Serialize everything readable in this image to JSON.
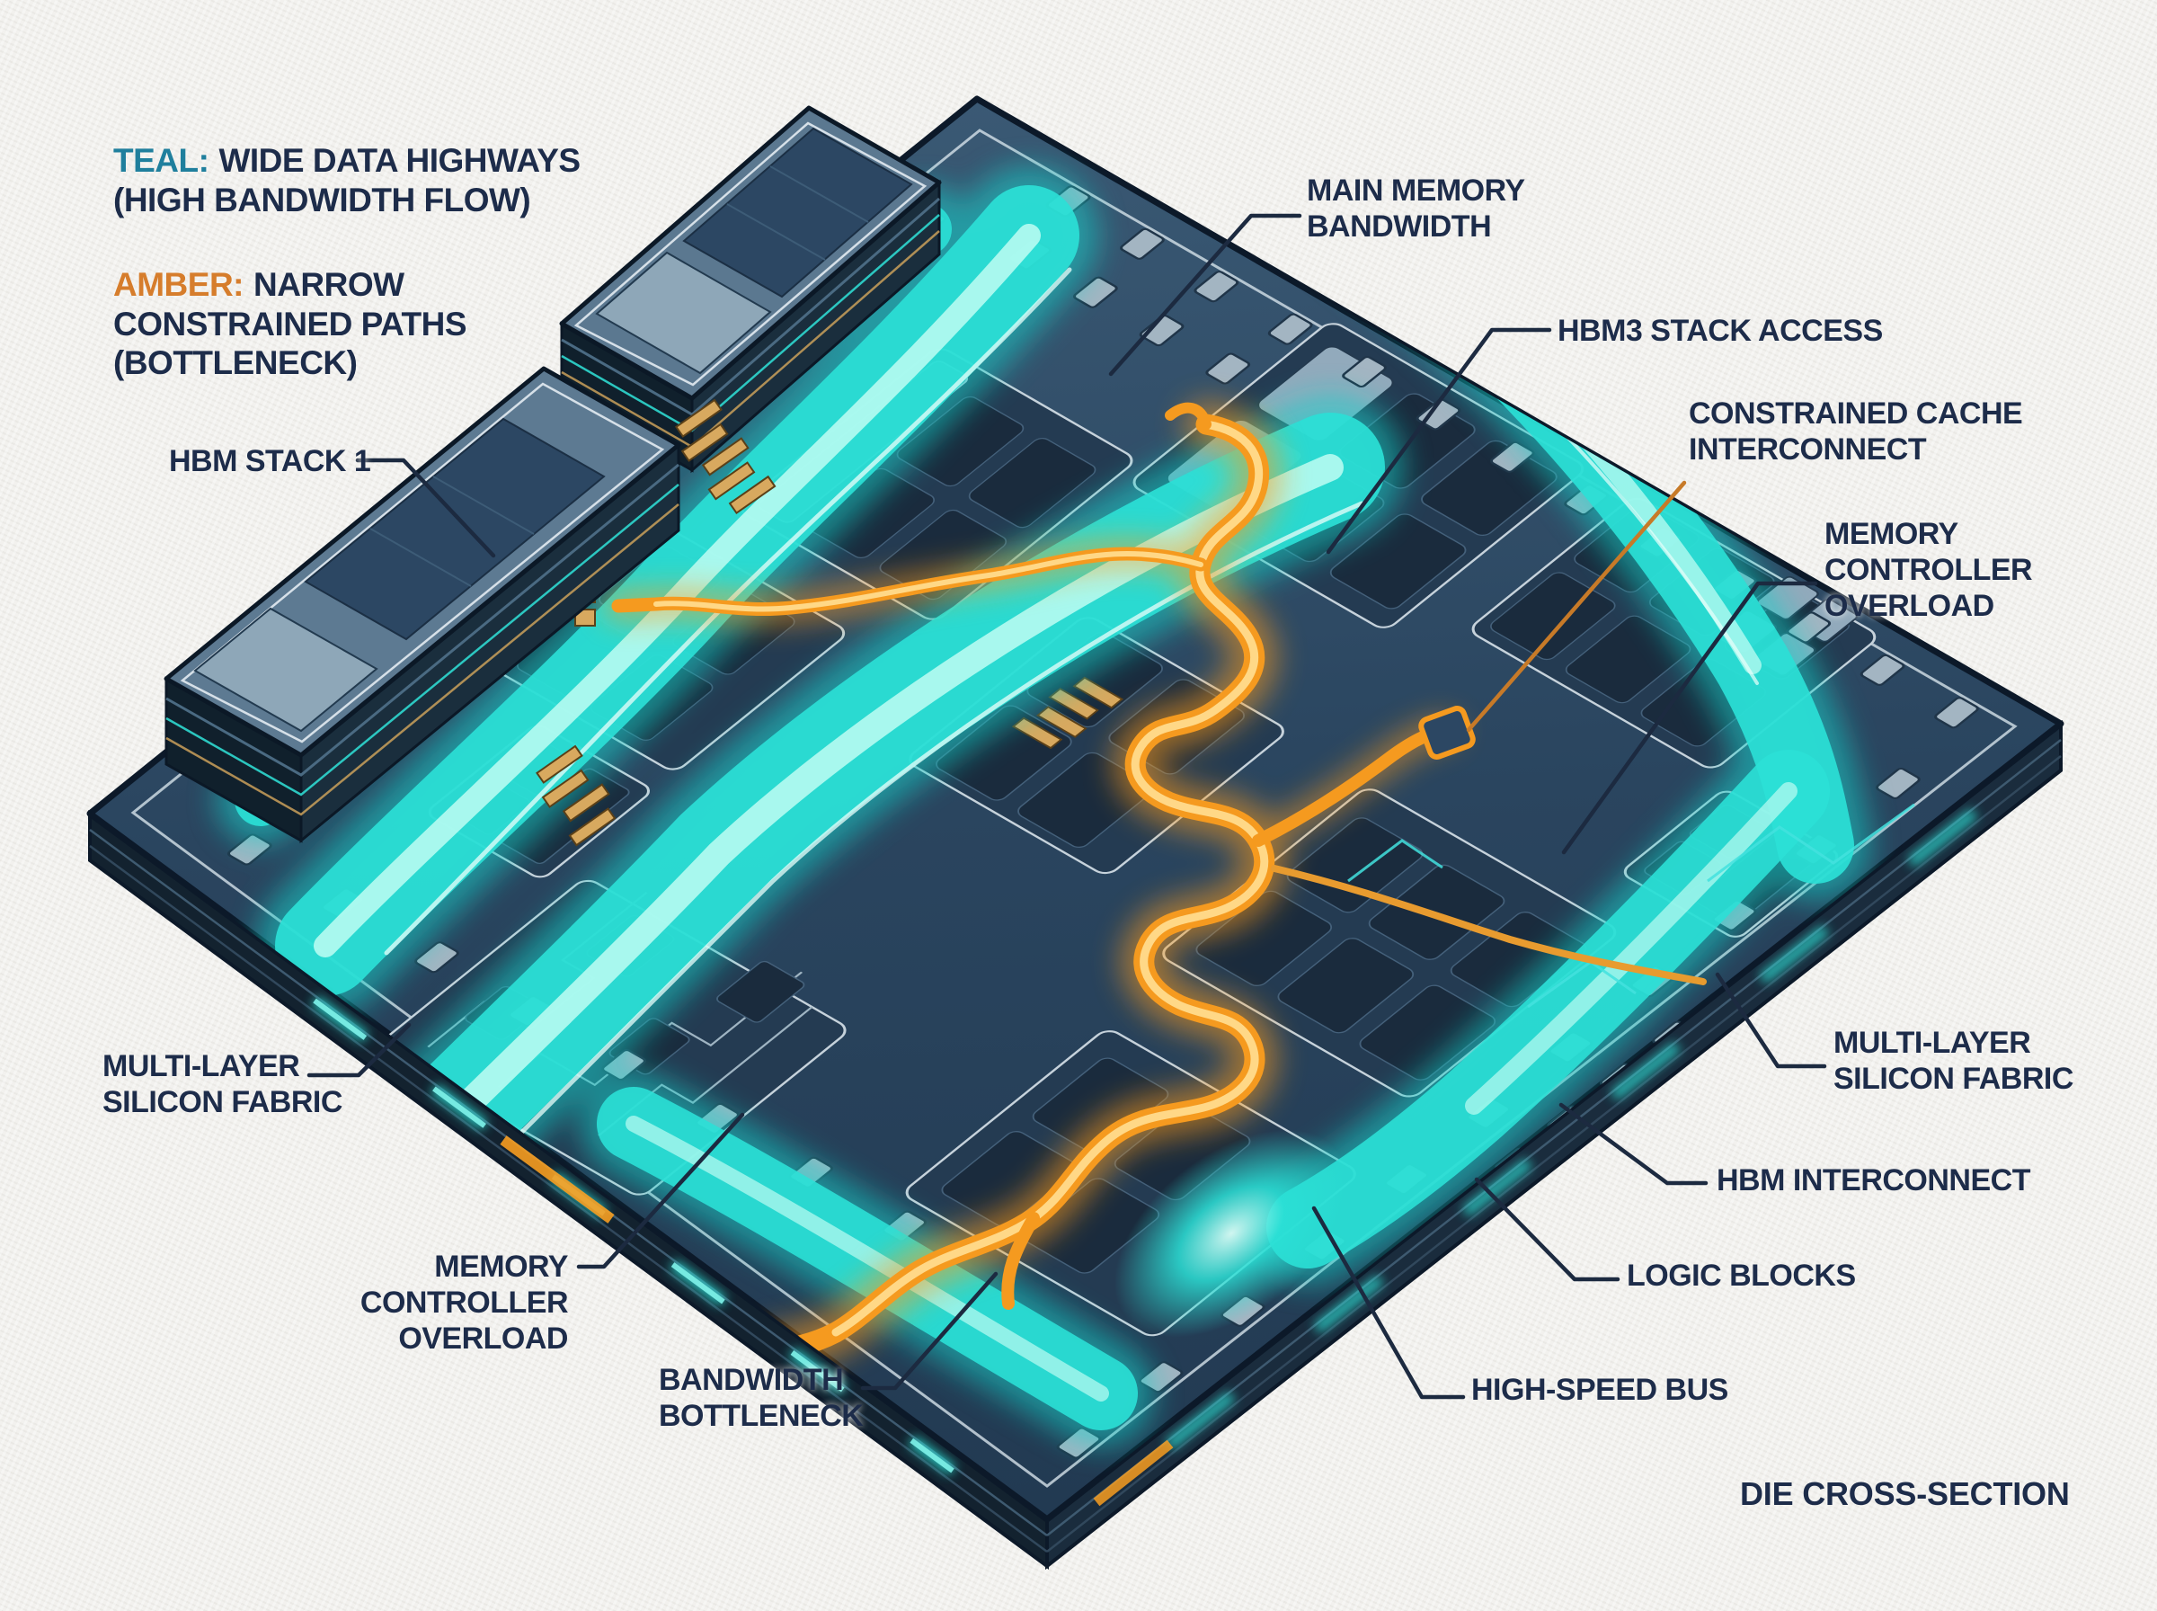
{
  "title": "DIE CROSS-SECTION",
  "colors": {
    "background": "#f2f1ee",
    "text_navy": "#1d2c4a",
    "teal_key": "#1f7f9d",
    "amber_key": "#d67d2c",
    "teal_highway": "#2be0d6",
    "amber_path": "#f59a1f",
    "die_surface": "#2a455f",
    "leader_line": "#1c2a40"
  },
  "legend": {
    "teal": {
      "key": "TEAL:",
      "rest": "WIDE DATA HIGHWAYS (HIGH BANDWIDTH FLOW)"
    },
    "amber": {
      "key": "AMBER:",
      "rest": "NARROW CONSTRAINED PATHS (BOTTLENECK)"
    }
  },
  "labels": {
    "hbm_stack_1": "HBM STACK 1",
    "main_memory_bandwidth": "MAIN MEMORY\nBANDWIDTH",
    "hbm3_stack_access": "HBM3 STACK ACCESS",
    "constrained_cache_interconnect": "CONSTRAINED CACHE\nINTERCONNECT",
    "memory_controller_overload_right": "MEMORY\nCONTROLLER\nOVERLOAD",
    "multi_layer_silicon_fabric_left": "MULTI-LAYER\nSILICON FABRIC",
    "memory_controller_overload_left": "MEMORY\nCONTROLLER\nOVERLOAD",
    "bandwidth_bottleneck": "BANDWIDTH\nBOTTLENECK",
    "high_speed_bus": "HIGH-SPEED BUS",
    "logic_blocks": "LOGIC BLOCKS",
    "hbm_interconnect": "HBM INTERCONNECT",
    "multi_layer_silicon_fabric_right": "MULTI-LAYER\nSILICON FABRIC",
    "die_cross_section": "DIE CROSS-SECTION"
  }
}
